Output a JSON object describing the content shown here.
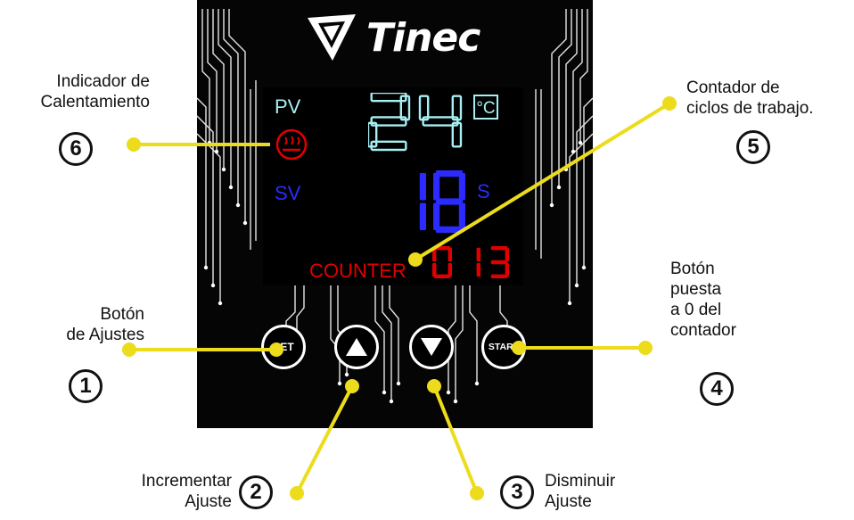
{
  "brand": {
    "name": "Tinec"
  },
  "display": {
    "pv_label": "PV",
    "sv_label": "SV",
    "pv_value": "24",
    "pv_unit": "°C",
    "sv_value": "18",
    "sv_unit": "S",
    "counter_label": "COUNTER",
    "counter_value": "013"
  },
  "buttons": {
    "set": "SET",
    "start": "START"
  },
  "annotations": [
    {
      "number": "1",
      "text": [
        "Botón",
        "de Ajustes"
      ]
    },
    {
      "number": "2",
      "text": [
        "Incrementar",
        "Ajuste"
      ]
    },
    {
      "number": "3",
      "text": [
        "Disminuir",
        "Ajuste"
      ]
    },
    {
      "number": "4",
      "text": [
        "Botón",
        "puesta",
        "a 0 del",
        "contador"
      ]
    },
    {
      "number": "5",
      "text": [
        "Contador de",
        "ciclos de trabajo."
      ]
    },
    {
      "number": "6",
      "text": [
        "Indicador de",
        "Calentamiento"
      ]
    }
  ],
  "colors": {
    "pv_digits": "#a6eff2",
    "sv_digits": "#2b2bff",
    "counter": "#e00000",
    "heating_icon": "#e00000",
    "callout": "#ecdc1c"
  },
  "icons": [
    "heating-icon",
    "up-arrow-icon",
    "down-arrow-icon",
    "logo-icon"
  ]
}
